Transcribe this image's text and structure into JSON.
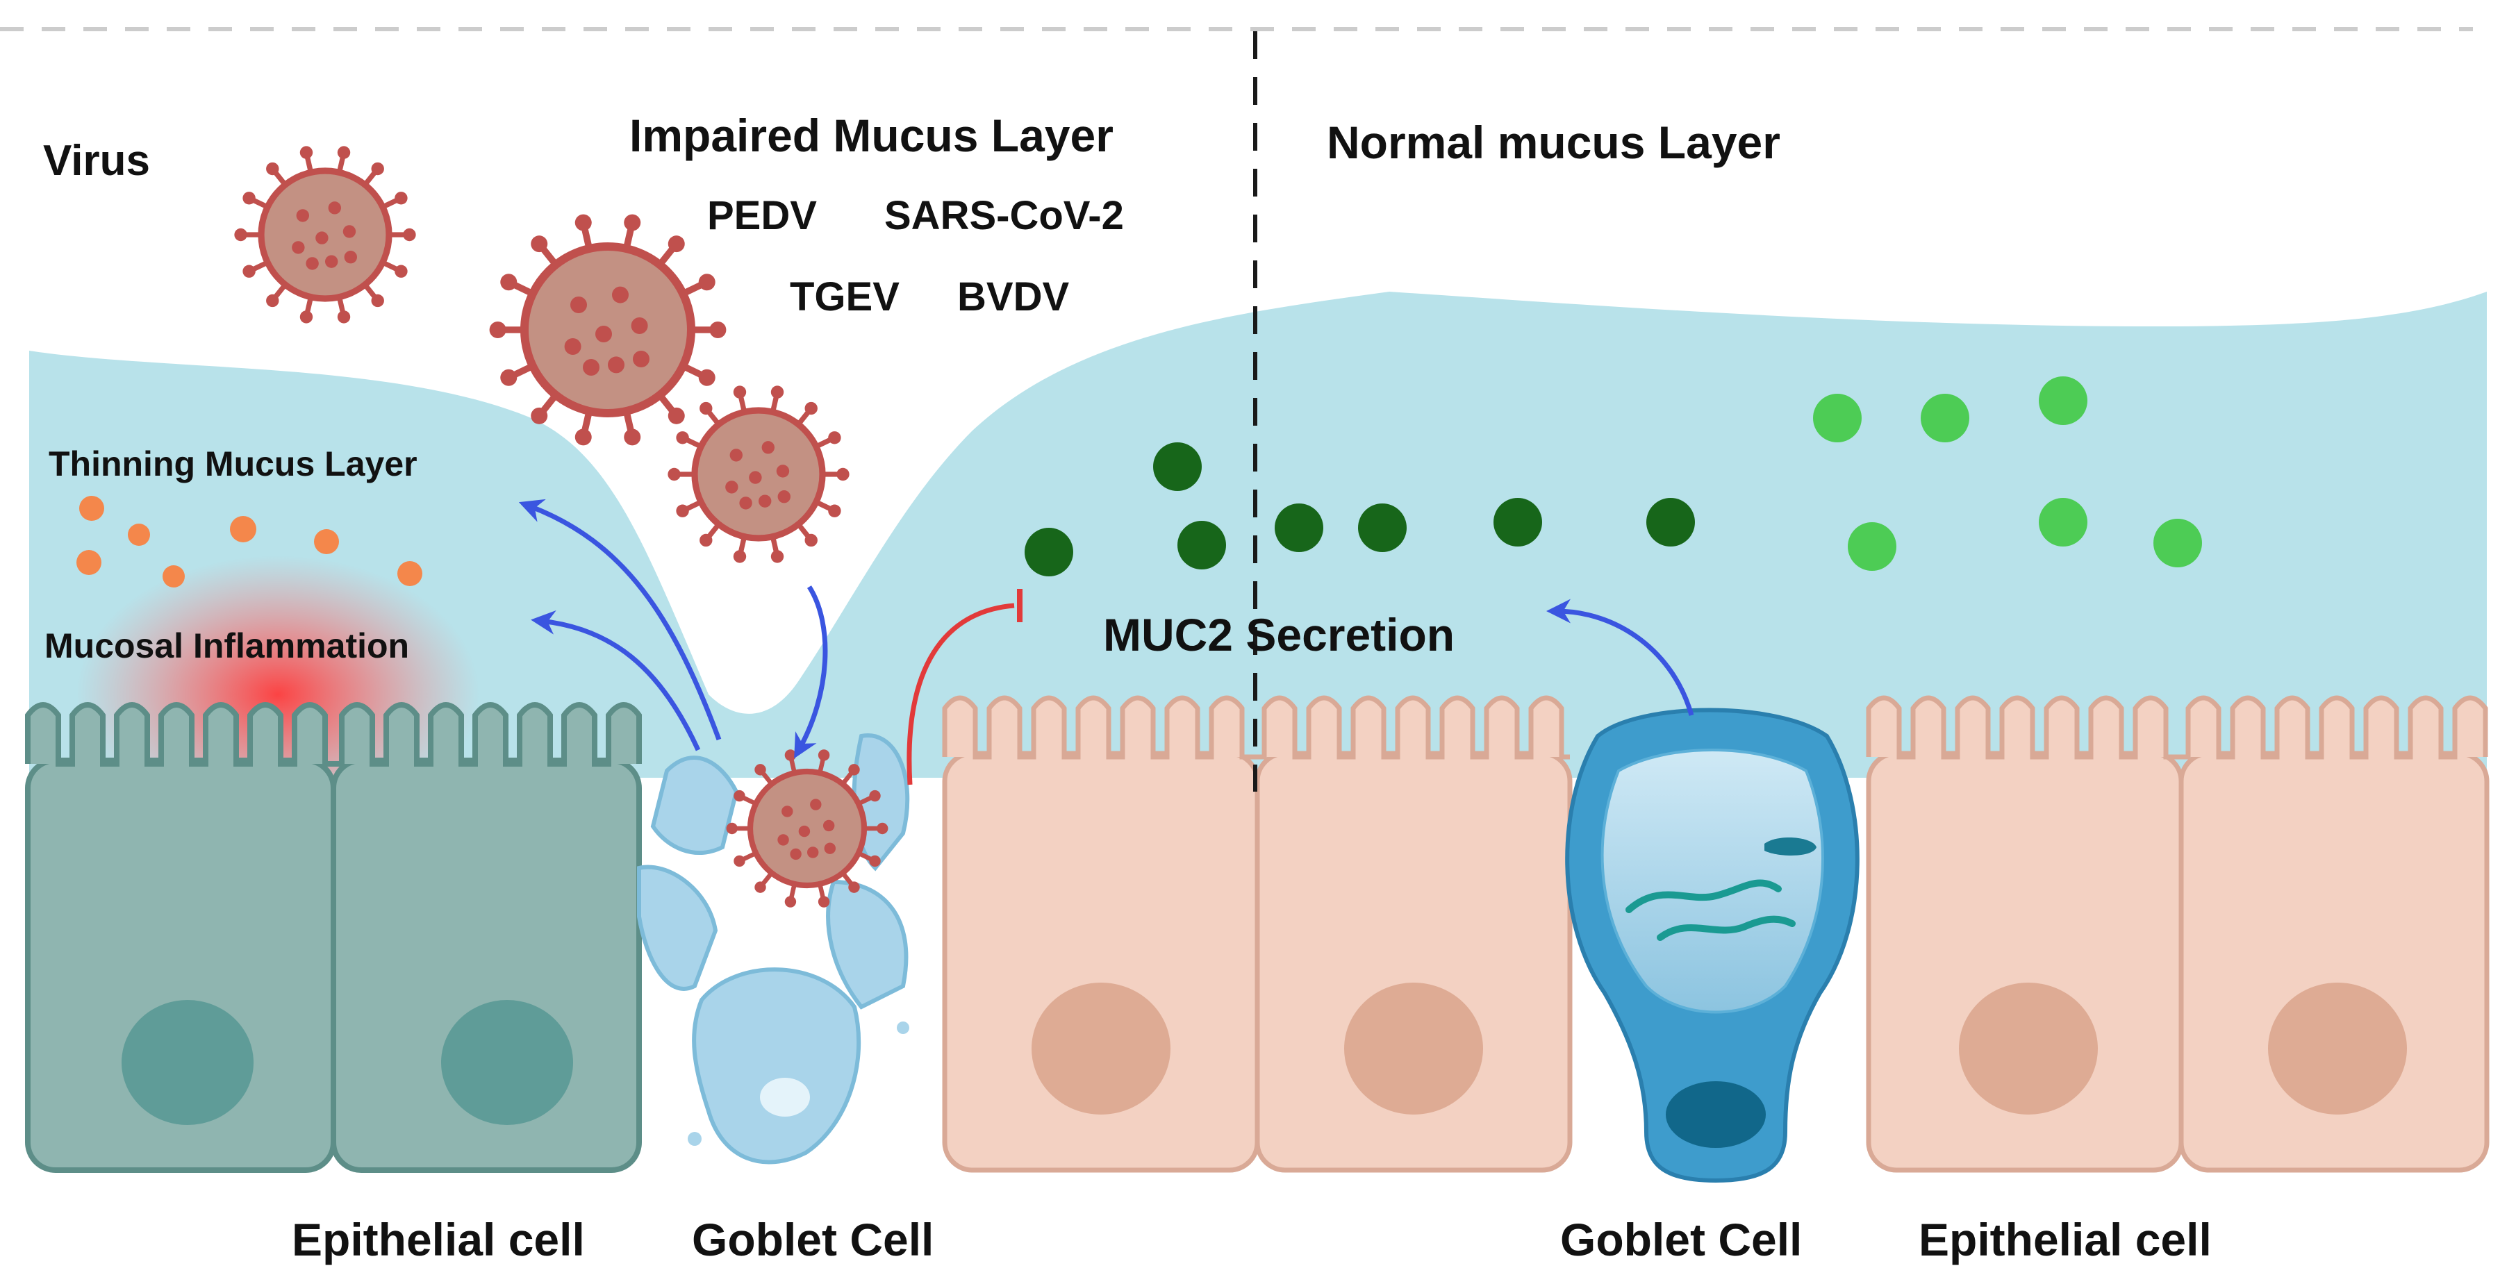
{
  "labels": {
    "virus": "Virus",
    "impaired": "Impaired Mucus Layer",
    "normal": "Normal mucus Layer",
    "thinning": "Thinning Mucus Layer",
    "inflammation": "Mucosal Inflammation",
    "muc2": "MUC2 Secretion",
    "epithelial_left": "Epithelial cell",
    "goblet_left": "Goblet Cell",
    "goblet_right": "Goblet Cell",
    "epithelial_right": "Epithelial cell"
  },
  "viruses": [
    "PEDV",
    "SARS-CoV-2",
    "TGEV",
    "BVDV"
  ],
  "colors": {
    "mucus": "#b8e2ea",
    "damaged_cell": "#8fb5b0",
    "damaged_cell_stroke": "#5d8e88",
    "damaged_nucleus": "#5f9c98",
    "healthy_cell": "#f3d1c2",
    "healthy_cell_stroke": "#d9a996",
    "healthy_nucleus": "#deab94",
    "virus_body": "#c39183",
    "virus_stroke": "#c0504d",
    "goblet_blue": "#3e9ccc",
    "goblet_light": "#a9d4ea",
    "dark_mucin": "#17661a",
    "light_mucin": "#4dcc55",
    "inflammation": "#ff4a4a",
    "debris": "#f4874b",
    "arrow_blue": "#3a55e0",
    "inhibit_red": "#e23a3a"
  }
}
